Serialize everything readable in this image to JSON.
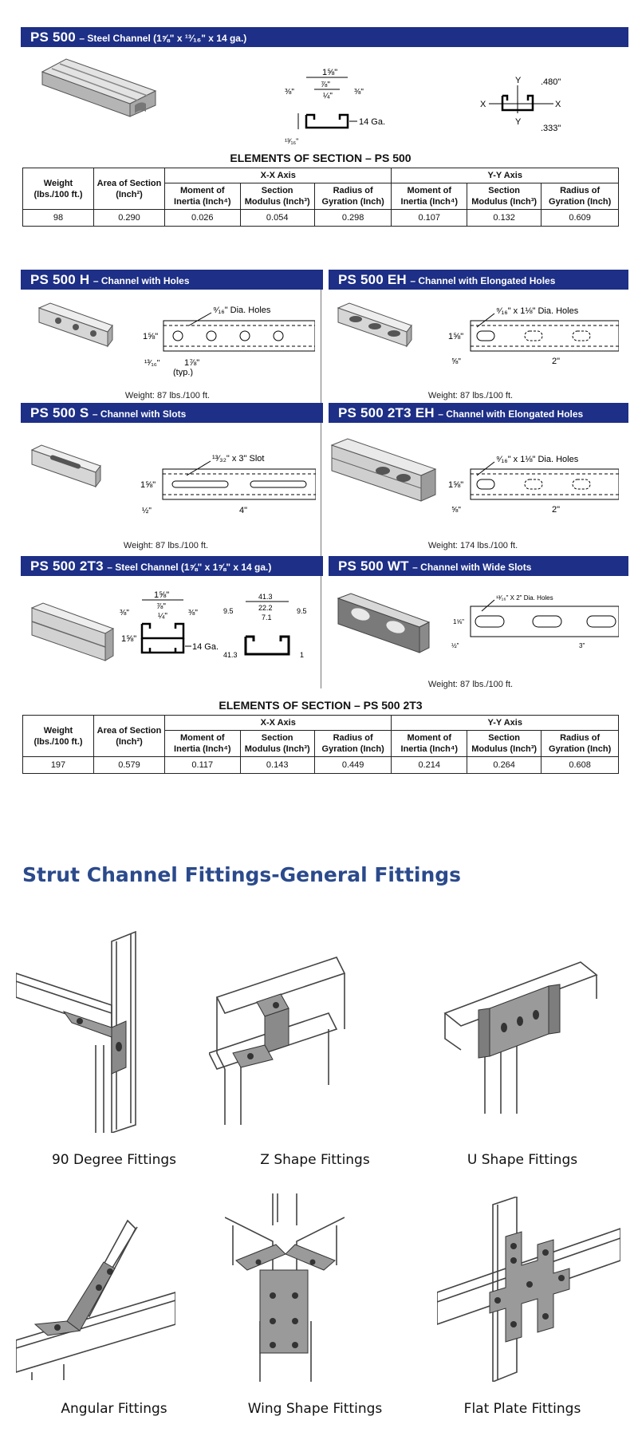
{
  "ps500": {
    "code": "PS 500",
    "desc": "– Steel Channel (1⅝\" x ¹³⁄₁₆\" x 14 ga.)",
    "dims": {
      "w": "1⅝\"",
      "inner": "⅞\"",
      "lip": "¼\"",
      "left": "⅜\"",
      "right": "⅜\"",
      "gauge": "14 Ga.",
      "h": "¹³⁄₁₆\""
    },
    "axes": {
      "y_top": "Y",
      "y_bot": "Y",
      "x_left": "X",
      "x_right": "X",
      "v1": ".480\"",
      "v2": ".333\""
    }
  },
  "table1": {
    "title": "ELEMENTS OF SECTION – PS 500",
    "h_weight": "Weight (lbs./100 ft.)",
    "h_area": "Area of Section (Inch²)",
    "h_xx": "X-X Axis",
    "h_yy": "Y-Y Axis",
    "h_moi": "Moment of Inertia (Inch⁴)",
    "h_sm": "Section Modulus (Inch³)",
    "h_rg": "Radius of Gyration (Inch)",
    "row": [
      "98",
      "0.290",
      "0.026",
      "0.054",
      "0.298",
      "0.107",
      "0.132",
      "0.609"
    ]
  },
  "ps500h": {
    "code": "PS 500 H",
    "desc": "– Channel with Holes",
    "holes": "⁹⁄₁₆\" Dia. Holes",
    "h": "1⅝\"",
    "off": "¹³⁄₁₆\"",
    "pitch": "1⅞\"",
    "typ": "(typ.)",
    "weight": "Weight: 87 lbs./100 ft."
  },
  "ps500eh": {
    "code": "PS 500 EH",
    "desc": "– Channel with Elongated Holes",
    "holes": "⁹⁄₁₆\" x 1⅛\" Dia. Holes",
    "h": "1⅝\"",
    "off": "⅝\"",
    "pitch": "2\"",
    "weight": "Weight: 87 lbs./100 ft."
  },
  "ps500s": {
    "code": "PS 500 S",
    "desc": "– Channel with Slots",
    "slot": "¹³⁄₃₂\" x 3\" Slot",
    "h": "1⅝\"",
    "off": "½\"",
    "pitch": "4\"",
    "weight": "Weight: 87 lbs./100 ft."
  },
  "ps5002t3eh": {
    "code": "PS 500 2T3 EH",
    "desc": "– Channel with Elongated Holes",
    "holes": "⁹⁄₁₆\" x 1⅛\" Dia. Holes",
    "h": "1⅝\"",
    "off": "⅝\"",
    "pitch": "2\"",
    "weight": "Weight: 174 lbs./100 ft."
  },
  "ps5002t3": {
    "code": "PS 500 2T3",
    "desc": "– Steel Channel (1⅝\" x 1⅝\" x 14 ga.)",
    "w": "1⅝\"",
    "inner": "⅞\"",
    "lip": "¼\"",
    "left": "⅜\"",
    "right": "⅜\"",
    "h": "1⅝\"",
    "gauge": "14 Ga.",
    "mm": {
      "w": "41.3",
      "inner": "22.2",
      "lip": "7.1",
      "left": "9.5",
      "right": "9.5",
      "h": "41.3",
      "t": "1"
    }
  },
  "ps500wt": {
    "code": "PS 500 WT",
    "desc": "– Channel with Wide Slots",
    "slot": "¹³⁄₁₆\" X 2\" Dia. Holes",
    "h": "1⅝\"",
    "off": "½\"",
    "pitch": "3\"",
    "weight": "Weight: 87 lbs./100 ft."
  },
  "table2": {
    "title": "ELEMENTS OF SECTION – PS 500 2T3",
    "h_weight": "Weight (lbs./100 ft.)",
    "h_area": "Area of Section (Inch²)",
    "h_xx": "X-X Axis",
    "h_yy": "Y-Y Axis",
    "h_moi": "Moment of Inertia (Inch⁴)",
    "h_sm": "Section Modulus (Inch³)",
    "h_rg": "Radius of Gyration (Inch)",
    "row": [
      "197",
      "0.579",
      "0.117",
      "0.143",
      "0.449",
      "0.214",
      "0.264",
      "0.608"
    ]
  },
  "fittings": {
    "title": "Strut Channel Fittings-General Fittings",
    "items": [
      "90 Degree Fittings",
      "Z Shape Fittings",
      "U Shape Fittings",
      "Angular Fittings",
      "Wing Shape Fittings",
      "Flat Plate Fittings"
    ]
  },
  "colors": {
    "band": "#1d2f86",
    "heading": "#2b4a8c",
    "steel": "#c8c8c8",
    "plate": "#9a9a9a"
  }
}
